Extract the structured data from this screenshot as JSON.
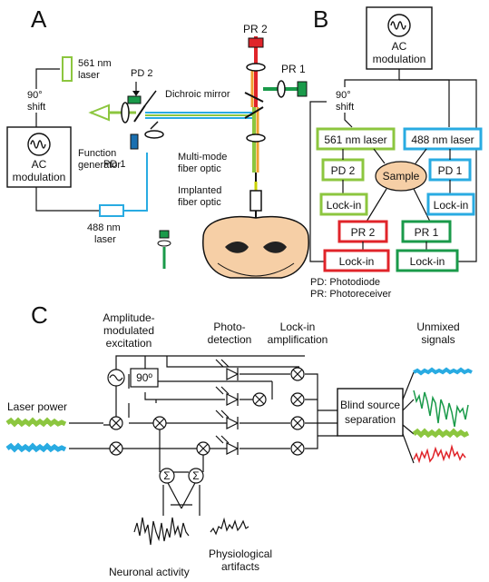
{
  "panels": {
    "a": "A",
    "b": "B",
    "c": "C"
  },
  "panel_a": {
    "laser_561": [
      "561 nm",
      "laser"
    ],
    "laser_488": [
      "488 nm",
      "laser"
    ],
    "pd2": "PD 2",
    "pd1": "PD 1",
    "pr2": "PR 2",
    "pr1": "PR 1",
    "shift": [
      "90°",
      "shift"
    ],
    "dichroic": "Dichroic mirror",
    "function_gen": [
      "Function",
      "generator"
    ],
    "ac_mod": [
      "AC",
      "modulation"
    ],
    "mm_fiber": [
      "Multi-mode",
      "fiber optic"
    ],
    "implanted_fiber": [
      "Implanted",
      "fiber optic"
    ]
  },
  "panel_b": {
    "ac_mod": [
      "AC",
      "modulation"
    ],
    "shift": [
      "90°",
      "shift"
    ],
    "laser_561": "561 nm laser",
    "laser_488": "488 nm laser",
    "pd2": "PD 2",
    "pd1": "PD 1",
    "sample": "Sample",
    "lockin": "Lock-in",
    "pr2": "PR 2",
    "pr1": "PR 1",
    "legend_pd": "PD: Photodiode",
    "legend_pr": "PR: Photoreceiver"
  },
  "panel_c": {
    "amp_mod": [
      "Amplitude-",
      "modulated",
      "excitation"
    ],
    "photo": [
      "Photo-",
      "detection"
    ],
    "lockin_amp": [
      "Lock-in",
      "amplification"
    ],
    "unmixed": [
      "Unmixed",
      "signals"
    ],
    "laser_power": "Laser power",
    "phase": "90º",
    "bss": [
      "Blind source",
      "separation"
    ],
    "sigma": "Σ",
    "neuronal": "Neuronal activity",
    "physio": [
      "Physiological",
      "artifacts"
    ]
  },
  "colors": {
    "green": "#1a9a4a",
    "light_green": "#8cc63f",
    "blue": "#29abe2",
    "red": "#e0242a",
    "orange": "#f0a030",
    "brain": "#f6cfa6"
  }
}
